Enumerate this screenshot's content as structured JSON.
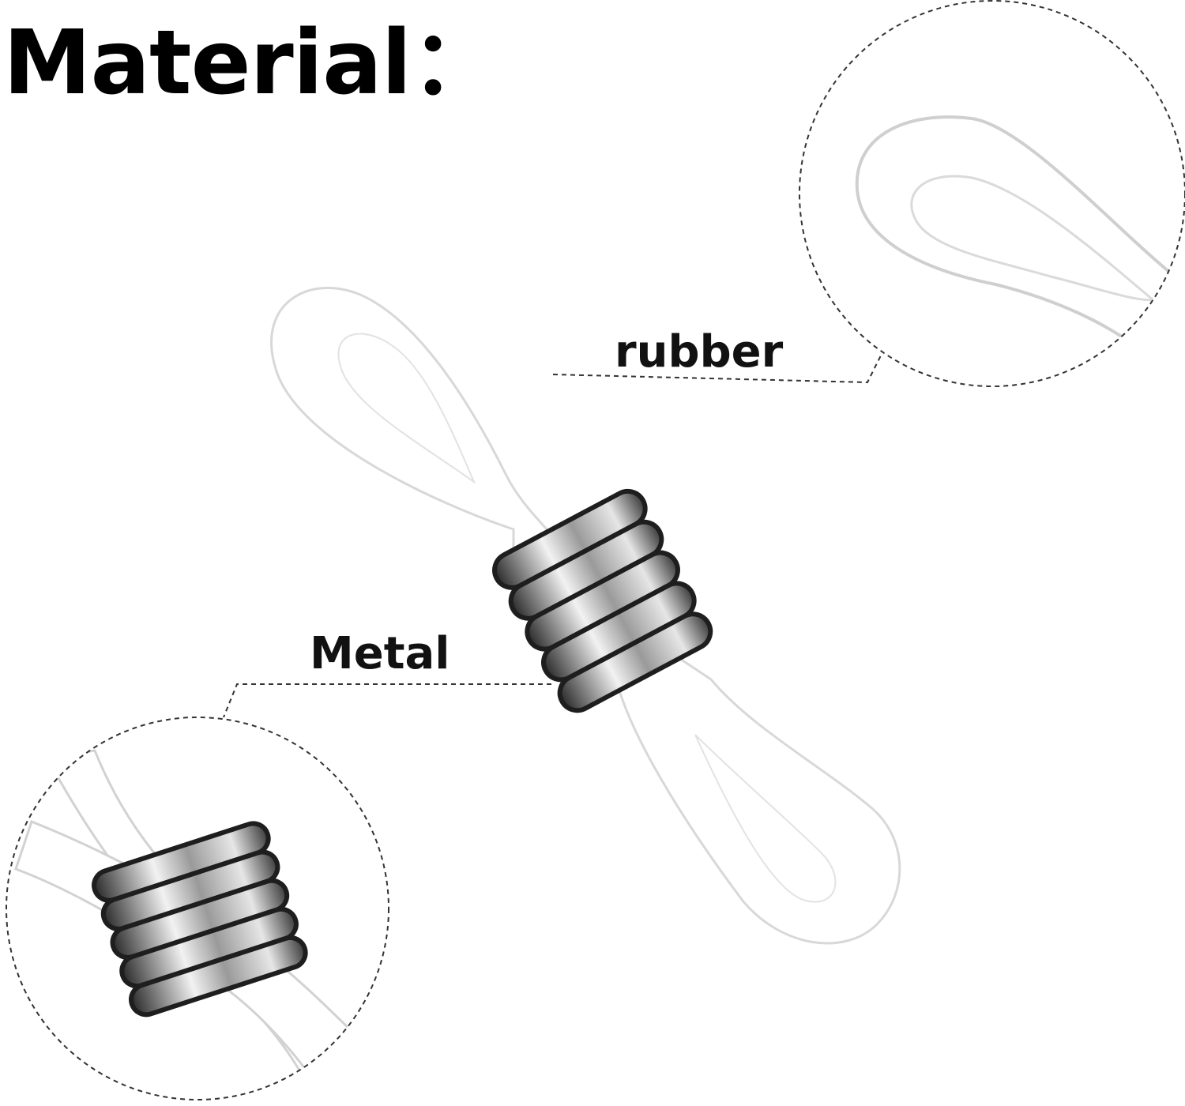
{
  "title": "Material：",
  "labels": {
    "rubber": "rubber",
    "metal": "Metal"
  },
  "colors": {
    "background": "#ffffff",
    "rubber": "#ffffff",
    "rubber_outline": "#d8d8d8",
    "metal_dark": "#2a2a2a",
    "metal_mid": "#6e6e6e",
    "metal_light": "#f2f2f2",
    "text": "#000000",
    "dashed_line": "#333333"
  }
}
